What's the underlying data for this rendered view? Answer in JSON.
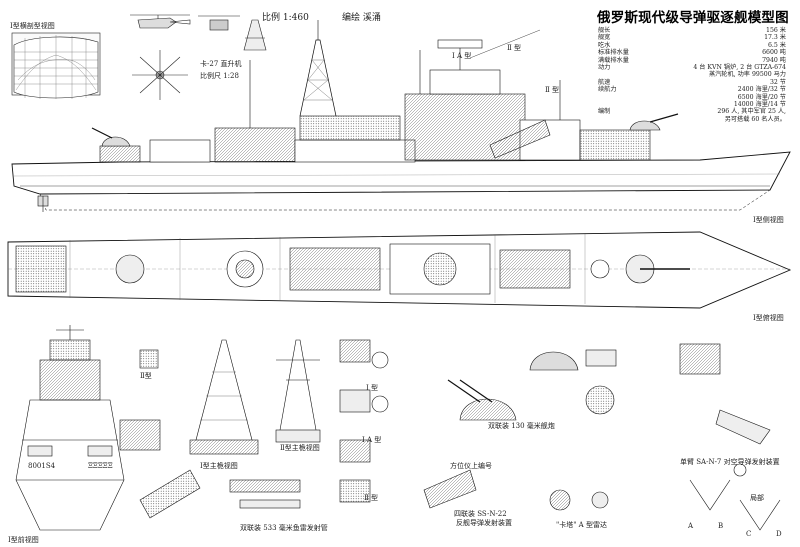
{
  "title": "俄罗斯现代级导弹驱逐舰模型图",
  "scale": "比例 1:460",
  "author": "编绘 溪涌",
  "specs": [
    {
      "key": "舰长",
      "value": "156 米"
    },
    {
      "key": "舰宽",
      "value": "17.3 米"
    },
    {
      "key": "吃水",
      "value": "6.5 米"
    },
    {
      "key": "标准排水量",
      "value": "6600 吨"
    },
    {
      "key": "满载排水量",
      "value": "7940 吨"
    },
    {
      "key": "动力",
      "value": "4 台 KVN 锅炉, 2 台 GTZA-674"
    },
    {
      "key": "",
      "value": "蒸汽轮机, 功率 99500 马力"
    },
    {
      "key": "航速",
      "value": "32 节"
    },
    {
      "key": "续航力",
      "value": "2400 海里/32 节"
    },
    {
      "key": "",
      "value": "6500 海里/20 节"
    },
    {
      "key": "",
      "value": "14000 海里/14 节"
    },
    {
      "key": "编制",
      "value": "296 人, 其中军官 25 人,"
    },
    {
      "key": "",
      "value": "另可搭载 60 名人员。"
    }
  ],
  "labels": {
    "section_view": "Ⅰ型横剖型视图",
    "helicopter_1": "卡-27 直升机",
    "helicopter_2": "比例尺 1:28",
    "type_1a": "Ⅰ A 型",
    "type_b_top": "Ⅱ 型",
    "type_b_mid": "Ⅱ 型",
    "side_view": "Ⅰ型侧视图",
    "plan_view": "Ⅰ型俯视图",
    "front_view": "Ⅰ型前视图",
    "b_small": "Ⅱ型",
    "mast_view": "Ⅰ型主桅视图",
    "mast_type2": "Ⅱ型主桅视图",
    "type_i": "Ⅰ 型",
    "type_ia": "Ⅰ A 型",
    "type_ii": "Ⅱ 型",
    "gun130": "双联装 130 毫米舰炮",
    "radar": "方位仪上编号",
    "ssn22": "四联装 SS-N-22",
    "ssn22b": "反舰导弹发射装置",
    "sa_n7": "单臂 SA-N-7 对空导弹发射装置",
    "launcher533": "双联装 533 毫米鱼雷发射管",
    "kashtan": "\"卡塔\" A 型雷达",
    "detail": "局部",
    "letter_a": "A",
    "letter_b": "B",
    "letter_c": "C",
    "letter_d": "D",
    "hull_no_left": "8001S4",
    "hull_no_right": "ΞΞΞΞΞ"
  }
}
